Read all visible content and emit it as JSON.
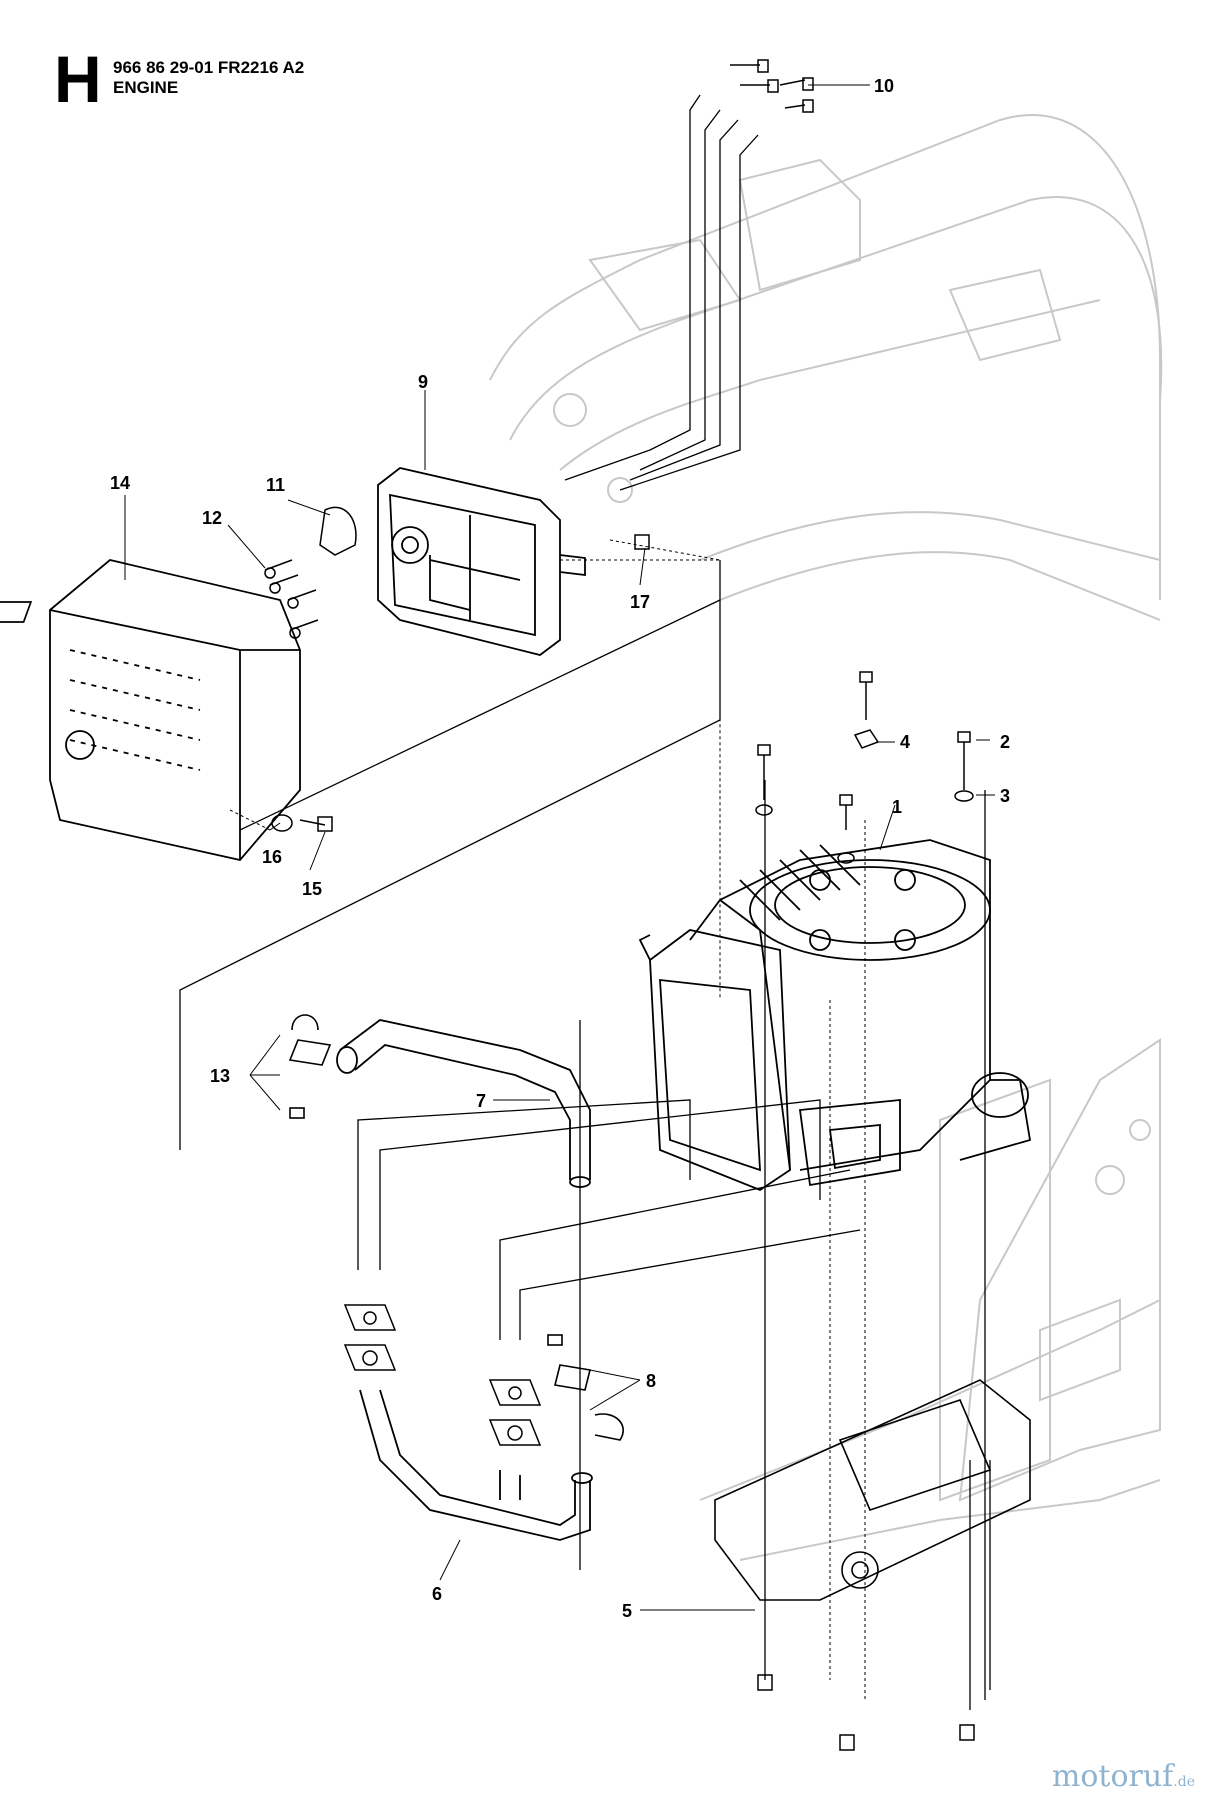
{
  "header": {
    "section_letter": "H",
    "part_code": "966 86 29-01 FR2216 A2",
    "title": "ENGINE"
  },
  "callouts": [
    "1",
    "2",
    "3",
    "4",
    "5",
    "6",
    "7",
    "8",
    "9",
    "10",
    "11",
    "12",
    "13",
    "14",
    "15",
    "16",
    "17"
  ],
  "watermark": {
    "main": "motoruf",
    "suffix": ".de"
  },
  "colors": {
    "line": "#000000",
    "ghost": "#c8c8c8",
    "watermark": "#8fb3cf"
  }
}
